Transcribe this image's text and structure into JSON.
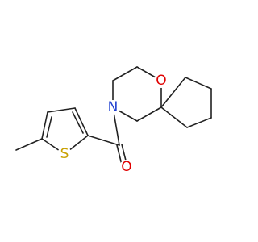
{
  "molecule": {
    "atoms": {
      "oxygen_ring": {
        "label": "O",
        "color": "#e00000"
      },
      "nitrogen": {
        "label": "N",
        "color": "#2040d0"
      },
      "oxygen_carbonyl": {
        "label": "O",
        "color": "#e00000"
      },
      "sulfur": {
        "label": "S",
        "color": "#c8a000"
      }
    },
    "bond_color": "#222222"
  }
}
